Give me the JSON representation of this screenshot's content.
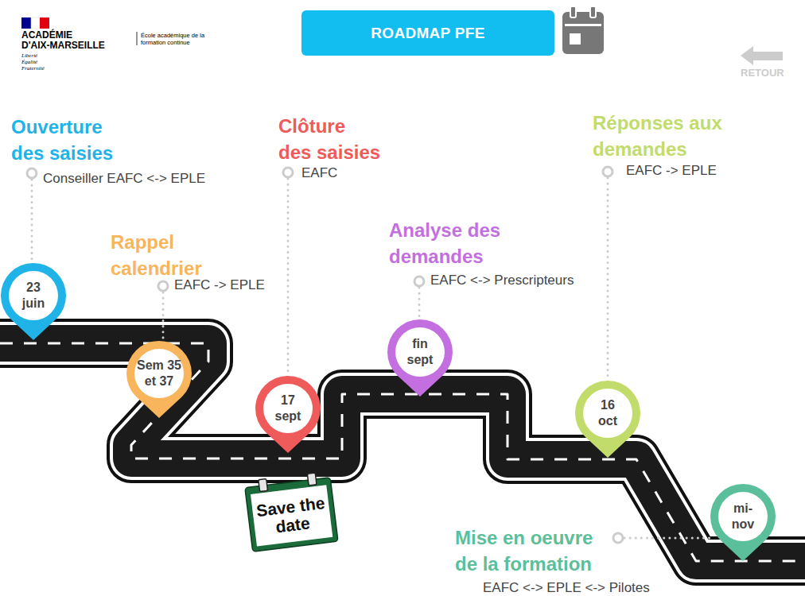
{
  "diagram": {
    "title": "ROADMAP PFE",
    "nodes": [
      {
        "text": [
          "23 juin"
        ]
      },
      {
        "text": [
          "Sem 35 et 37"
        ]
      },
      {
        "text": [
          "17 sept"
        ]
      },
      {
        "text": [
          "Save the date"
        ]
      },
      {
        "text": [
          "fin sept"
        ]
      },
      {
        "text": [
          "16 oct"
        ]
      },
      {
        "text": [
          "mi-nov"
        ]
      }
    ],
    "labels": [
      "ACADÉMIE D'AIX-MARSEILLE",
      "Liberté Égalité Fraternité",
      "École académique de la formation continue",
      "RETOUR",
      "Ouverture des saisies",
      "Conseiller EAFC <-> EPLE",
      "Rappel calendrier",
      "EAFC -> EPLE",
      "Clôture des saisies",
      "EAFC",
      "Analyse des demandes",
      "EAFC <-> Prescripteurs",
      "Réponses aux demandes",
      "EAFC -> EPLE",
      "Mise en oeuvre de la formation",
      "EAFC <-> EPLE <-> Pilotes"
    ]
  }
}
